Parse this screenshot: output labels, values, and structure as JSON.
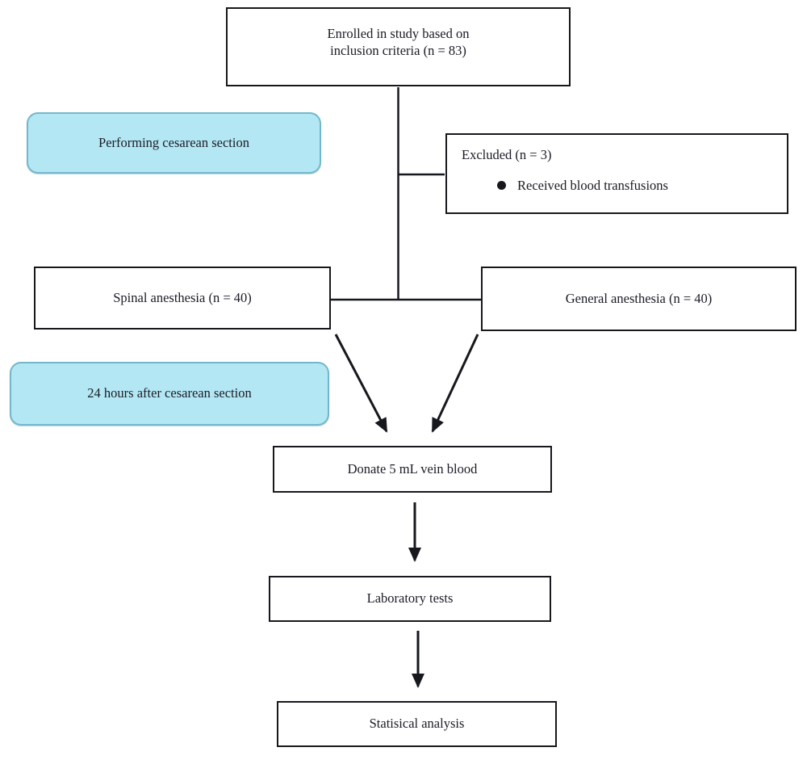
{
  "diagram": {
    "type": "study-flowchart",
    "nodes": {
      "enrolled": {
        "line1": "Enrolled in study based on",
        "line2": "inclusion criteria (n = 83)"
      },
      "performing": {
        "label": "Performing cesarean section"
      },
      "excluded": {
        "title": "Excluded (n = 3)",
        "bullet": "Received blood transfusions"
      },
      "spinal": {
        "label": "Spinal anesthesia (n = 40)"
      },
      "general": {
        "label": "General anesthesia (n = 40)"
      },
      "hours24": {
        "label": "24 hours after cesarean section"
      },
      "donate": {
        "label": "Donate 5 mL vein blood"
      },
      "lab": {
        "label": "Laboratory tests"
      },
      "stat": {
        "label": "Statisical analysis"
      }
    },
    "edges": [
      "enrolled -> (spinal/general split)",
      "enrolled branch -> excluded",
      "spinal -> donate (arrow)",
      "general -> donate (arrow)",
      "donate -> lab (arrow)",
      "lab -> stat (arrow)"
    ],
    "colors": {
      "highlight_fill": "#b2e7f3",
      "highlight_border": "#74b7ca",
      "box_border": "#17181d",
      "line": "#17181d",
      "text": "#1b1c26",
      "background": "#ffffff"
    }
  }
}
